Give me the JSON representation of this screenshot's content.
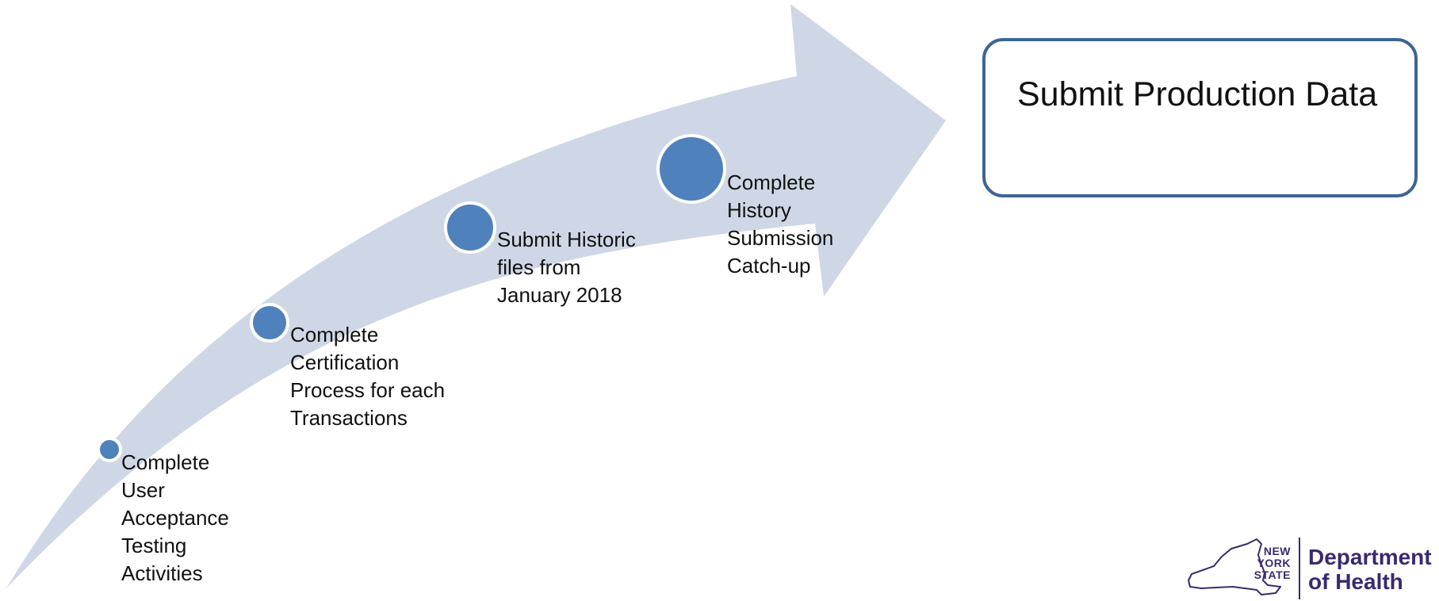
{
  "steps": [
    {
      "id": "uat",
      "label": "Complete\nUser\nAcceptance\nTesting\nActivities"
    },
    {
      "id": "certification",
      "label": "Complete\nCertification\nProcess for each\nTransactions"
    },
    {
      "id": "historic",
      "label": "Submit Historic\nfiles from\nJanuary 2018"
    },
    {
      "id": "catchup",
      "label": "Complete\nHistory\nSubmission\nCatch-up"
    }
  ],
  "goal": {
    "label": "Submit Production Data"
  },
  "logo": {
    "state": "NEW\nYORK\nSTATE",
    "department": "Department\nof Health"
  },
  "colors": {
    "arrow": "#cfd7e6",
    "node_fill": "#4f81bd",
    "node_ring": "#ffffff",
    "goal_border": "#3d6594",
    "brand": "#3b2a6e"
  }
}
